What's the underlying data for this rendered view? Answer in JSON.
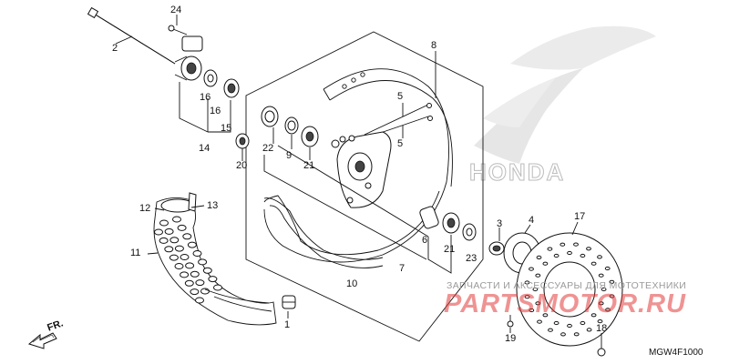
{
  "callouts": [
    {
      "id": "c1",
      "text": "1"
    },
    {
      "id": "c2",
      "text": "2"
    },
    {
      "id": "c3",
      "text": "3"
    },
    {
      "id": "c4",
      "text": "4"
    },
    {
      "id": "c5a",
      "text": "5"
    },
    {
      "id": "c5b",
      "text": "5"
    },
    {
      "id": "c6",
      "text": "6"
    },
    {
      "id": "c7",
      "text": "7"
    },
    {
      "id": "c8",
      "text": "8"
    },
    {
      "id": "c9",
      "text": "9"
    },
    {
      "id": "c10",
      "text": "10"
    },
    {
      "id": "c11",
      "text": "11"
    },
    {
      "id": "c12",
      "text": "12"
    },
    {
      "id": "c13",
      "text": "13"
    },
    {
      "id": "c14",
      "text": "14"
    },
    {
      "id": "c15",
      "text": "15"
    },
    {
      "id": "c16a",
      "text": "16"
    },
    {
      "id": "c16b",
      "text": "16"
    },
    {
      "id": "c17",
      "text": "17"
    },
    {
      "id": "c18",
      "text": "18"
    },
    {
      "id": "c19",
      "text": "19"
    },
    {
      "id": "c20",
      "text": "20"
    },
    {
      "id": "c21a",
      "text": "21"
    },
    {
      "id": "c21b",
      "text": "21"
    },
    {
      "id": "c22",
      "text": "22"
    },
    {
      "id": "c23",
      "text": "23"
    },
    {
      "id": "c24",
      "text": "24"
    }
  ],
  "direction_label": "FR.",
  "diagram_code": "MGW4F1000",
  "watermark": {
    "brand_text": "HONDA",
    "site_name": "PARTSMOTOR.RU",
    "site_tagline": "ЗАПЧАСТИ И АКСЕССУАРЫ ДЛЯ МОТОТЕХНИКИ"
  }
}
